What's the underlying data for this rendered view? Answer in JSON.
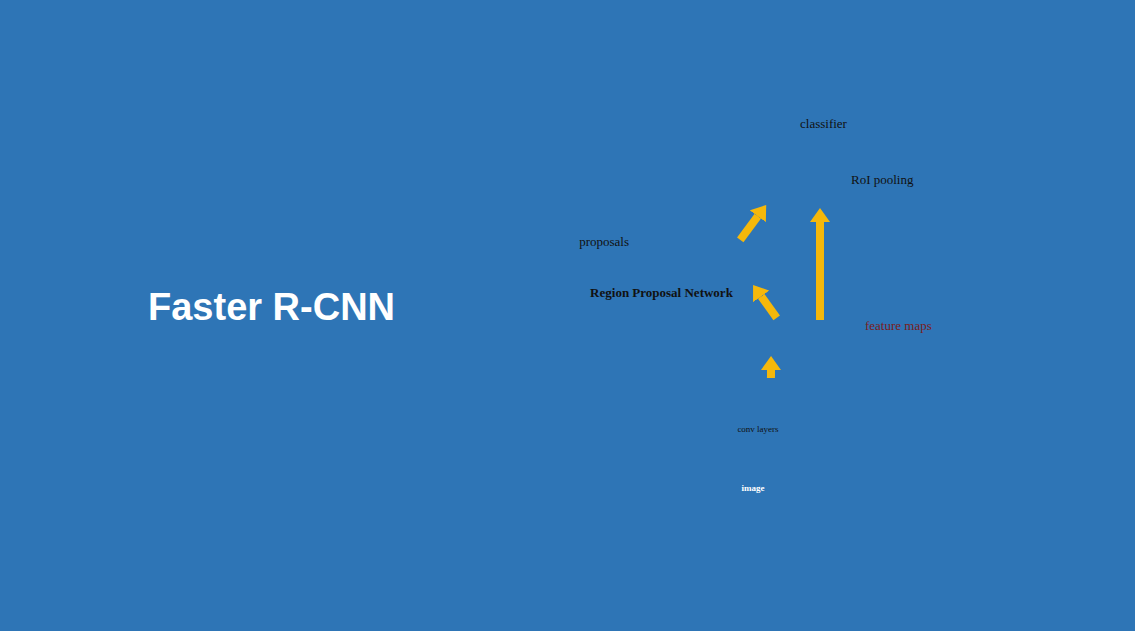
{
  "diagram": {
    "title": "Faster R-CNN",
    "nodes": [
      {
        "text": [
          "image"
        ]
      },
      {
        "text": [
          "conv layers"
        ]
      },
      {
        "text": [
          "feature maps"
        ]
      },
      {
        "text": [
          "proposals"
        ]
      },
      {
        "text": [
          "RoI pooling"
        ]
      }
    ],
    "edges": [
      {
        "from": 1,
        "to": 2,
        "arrow": "to"
      },
      {
        "from": 2,
        "to": 3,
        "label": "Region Proposal Network",
        "arrow": "to"
      },
      {
        "from": 3,
        "to": 4,
        "arrow": "to"
      },
      {
        "from": 2,
        "to": 4,
        "arrow": "to"
      }
    ],
    "labels": [
      "classifier"
    ]
  }
}
